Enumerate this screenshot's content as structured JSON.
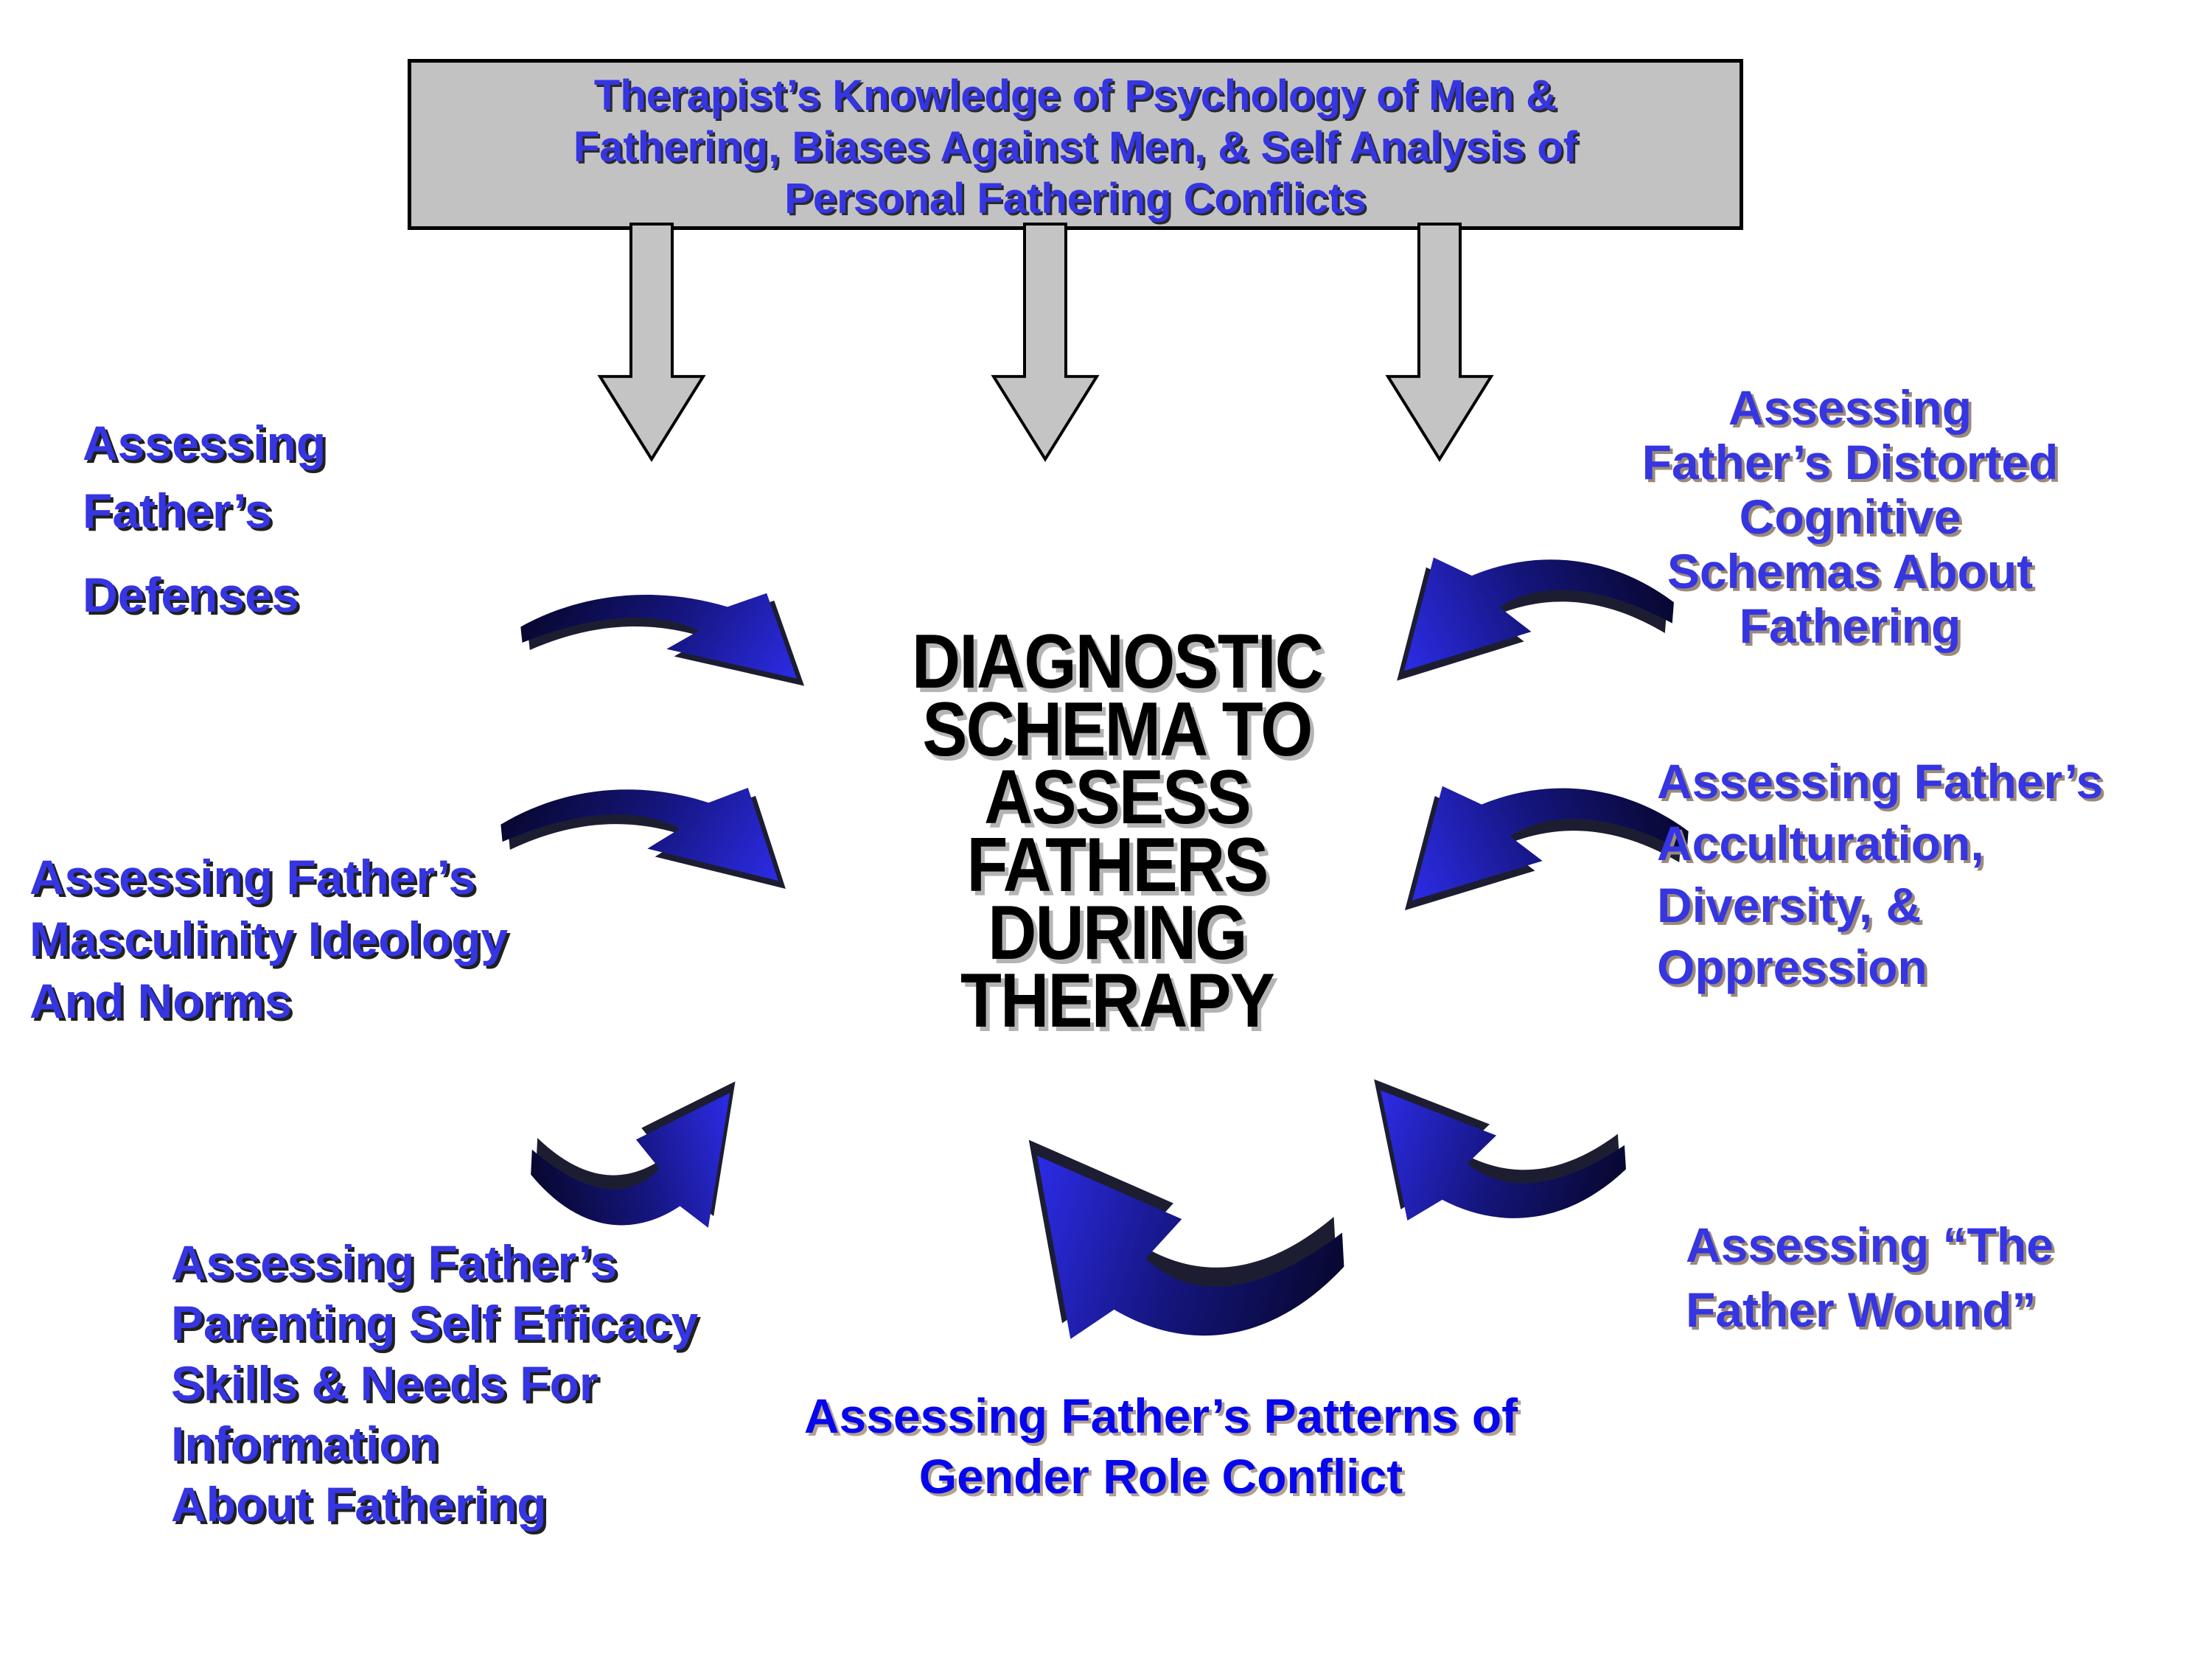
{
  "colors": {
    "label_blue": "#3535e2",
    "bright_label_blue": "#0707ee",
    "title_black": "#000000",
    "header_box_bg": "#c2c2c2",
    "header_box_border": "#000000",
    "gray_arrow_fill": "#c4c4c4",
    "blue_arrow_dark": "#050522",
    "blue_arrow_light": "#2f2ff5"
  },
  "icons": {
    "gray_down_arrow": "block-down-arrow-icon",
    "blue_curved_arrow": "curved-3d-arrow-icon"
  },
  "header_box": {
    "lines": [
      "Therapist’s Knowledge of Psychology of Men &",
      "Fathering, Biases Against Men, & Self Analysis of",
      "Personal Fathering Conflicts"
    ]
  },
  "center_title": {
    "lines": [
      "DIAGNOSTIC",
      "SCHEMA TO",
      "ASSESS FATHERS",
      "DURING",
      "THERAPY"
    ]
  },
  "labels": {
    "defenses": {
      "lines": [
        "Assessing",
        "Father’s",
        "Defenses"
      ]
    },
    "masculinity": {
      "lines": [
        "Assessing Father’s",
        "Masculinity Ideology",
        "And Norms"
      ]
    },
    "parenting": {
      "lines": [
        "Assessing Father’s",
        "Parenting Self Efficacy",
        "Skills & Needs For",
        "Information",
        "About Fathering"
      ]
    },
    "gender_role": {
      "lines": [
        "Assessing Father’s Patterns of",
        "Gender Role Conflict"
      ]
    },
    "father_wound": {
      "lines": [
        "Assessing “The",
        "Father Wound”"
      ]
    },
    "acculturation": {
      "lines": [
        "Assessing Father’s",
        "Acculturation,",
        "Diversity, &",
        "Oppression"
      ]
    },
    "cognitive": {
      "lines": [
        "Assessing",
        "Father’s Distorted",
        "Cognitive",
        "Schemas About",
        "Fathering"
      ]
    }
  }
}
